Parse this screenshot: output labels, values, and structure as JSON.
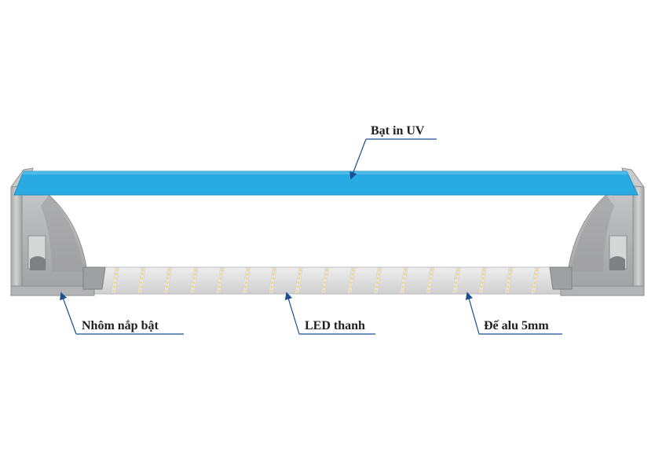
{
  "diagram": {
    "labels": {
      "banner": "Bạt in UV",
      "frame": "Nhôm nắp bật",
      "led": "LED thanh",
      "base": "Đế alu 5mm"
    },
    "colors": {
      "banner": "#29aae2",
      "banner_edge": "#1c8ec4",
      "aluminum": "#bdbebf",
      "aluminum_dark": "#8e8f90",
      "aluminum_light": "#dcdddd",
      "led_strip": "#e4e4e4",
      "led_chip": "#f2d77a",
      "callout": "#1b4f8f",
      "text": "#1f1f1f"
    },
    "led_strip_count": 17
  }
}
